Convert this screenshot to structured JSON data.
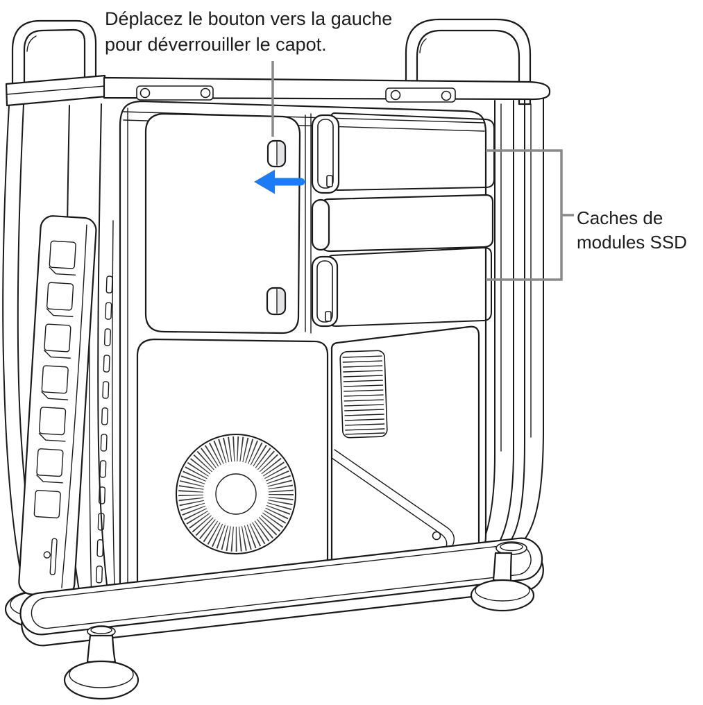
{
  "annotations": {
    "unlock_instruction": {
      "line1": "Déplacez le bouton vers la gauche",
      "line2": "pour déverrouiller le capot."
    },
    "ssd_label": {
      "line1": "Caches de",
      "line2": "modules SSD"
    }
  },
  "indicators": {
    "arrow_direction": "left"
  },
  "colors": {
    "arrow_blue": "#1B7CF6",
    "callout_gray": "#8A8A8A",
    "line": "#1A1A1A",
    "panel_gray": "#E9E9EA",
    "background": "#FFFFFF"
  }
}
